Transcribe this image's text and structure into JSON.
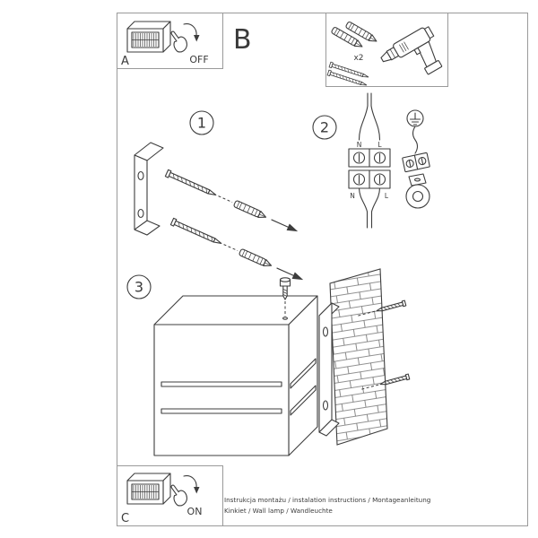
{
  "colors": {
    "ink": "#3d3d3d",
    "frame": "#9a9a9a",
    "paper": "#ffffff"
  },
  "panel_a": {
    "label": "A",
    "state": "OFF"
  },
  "panel_b": {
    "label": "B"
  },
  "panel_c": {
    "label": "C",
    "state": "ON"
  },
  "tools_box": {
    "anchor_count": "x2"
  },
  "step1": {
    "number": "1"
  },
  "step2": {
    "number": "2",
    "terminal_top_left": "N",
    "terminal_top_right": "L",
    "terminal_bottom_left": "N",
    "terminal_bottom_right": "L"
  },
  "step3": {
    "number": "3"
  },
  "footer": {
    "line1": "Instrukcja montażu / instalation instructions / Montageanleitung",
    "line2": "Kinkiet / Wall lamp / Wandleuchte"
  }
}
